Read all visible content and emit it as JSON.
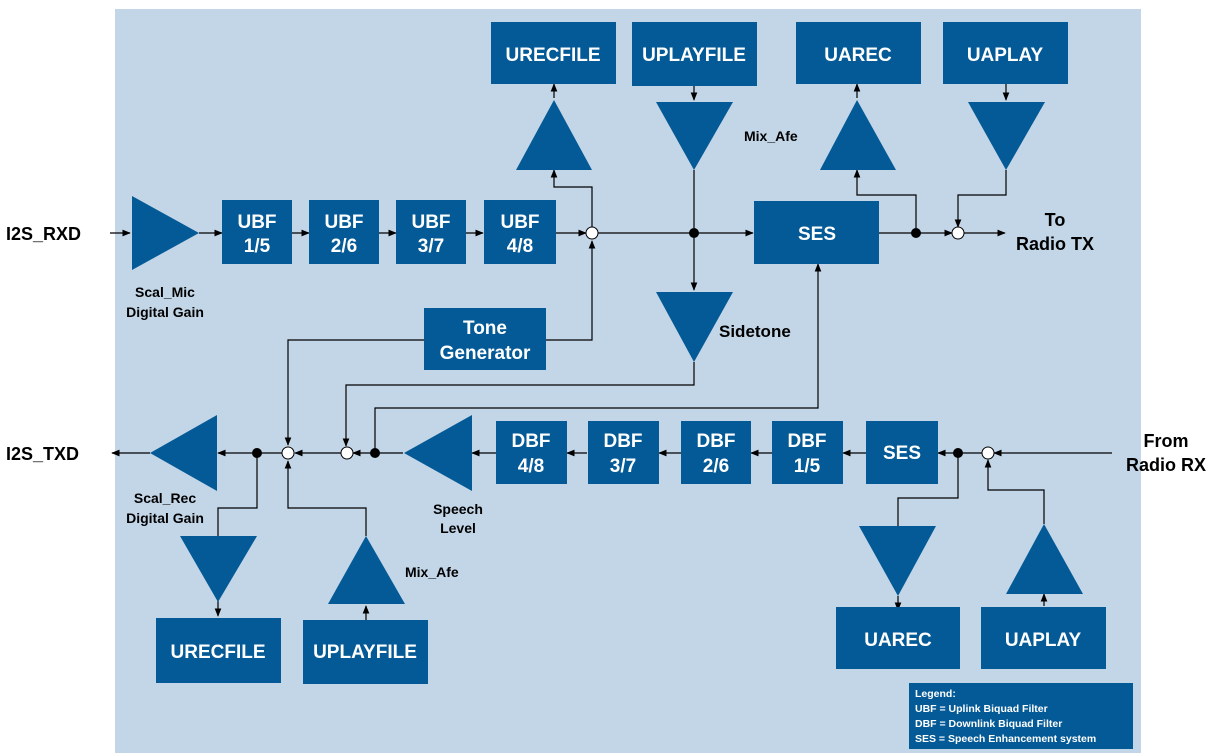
{
  "io": {
    "i2s_rxd": "I2S_RXD",
    "i2s_txd": "I2S_TXD",
    "to_radio_tx_1": "To",
    "to_radio_tx_2": "Radio TX",
    "from_radio_rx_1": "From",
    "from_radio_rx_2": "Radio RX"
  },
  "uplink": {
    "ubf": [
      {
        "l1": "UBF",
        "l2": "1/5"
      },
      {
        "l1": "UBF",
        "l2": "2/6"
      },
      {
        "l1": "UBF",
        "l2": "3/7"
      },
      {
        "l1": "UBF",
        "l2": "4/8"
      }
    ],
    "ses": "SES",
    "urecfile": "URECFILE",
    "uplayfile": "UPLAYFILE",
    "uarec": "UAREC",
    "uaplay": "UAPLAY",
    "mix_afe": "Mix_Afe",
    "scal_mic_1": "Scal_Mic",
    "scal_mic_2": "Digital Gain"
  },
  "sidetone": "Sidetone",
  "tone_generator": {
    "l1": "Tone",
    "l2": "Generator"
  },
  "downlink": {
    "dbf": [
      {
        "l1": "DBF",
        "l2": "4/8"
      },
      {
        "l1": "DBF",
        "l2": "3/7"
      },
      {
        "l1": "DBF",
        "l2": "2/6"
      },
      {
        "l1": "DBF",
        "l2": "1/5"
      }
    ],
    "ses": "SES",
    "speech_level_1": "Speech",
    "speech_level_2": "Level",
    "scal_rec_1": "Scal_Rec",
    "scal_rec_2": "Digital Gain",
    "mix_afe": "Mix_Afe",
    "urecfile": "URECFILE",
    "uplayfile": "UPLAYFILE",
    "uarec": "UAREC",
    "uaplay": "UAPLAY"
  },
  "legend": {
    "title": "Legend:",
    "items": [
      "UBF = Uplink Biquad Filter",
      "DBF = Downlink Biquad Filter",
      "SES = Speech Enhancement system"
    ]
  },
  "colors": {
    "background_panel": "#c3d6e8",
    "block": "#045a96",
    "wire": "#000000"
  }
}
